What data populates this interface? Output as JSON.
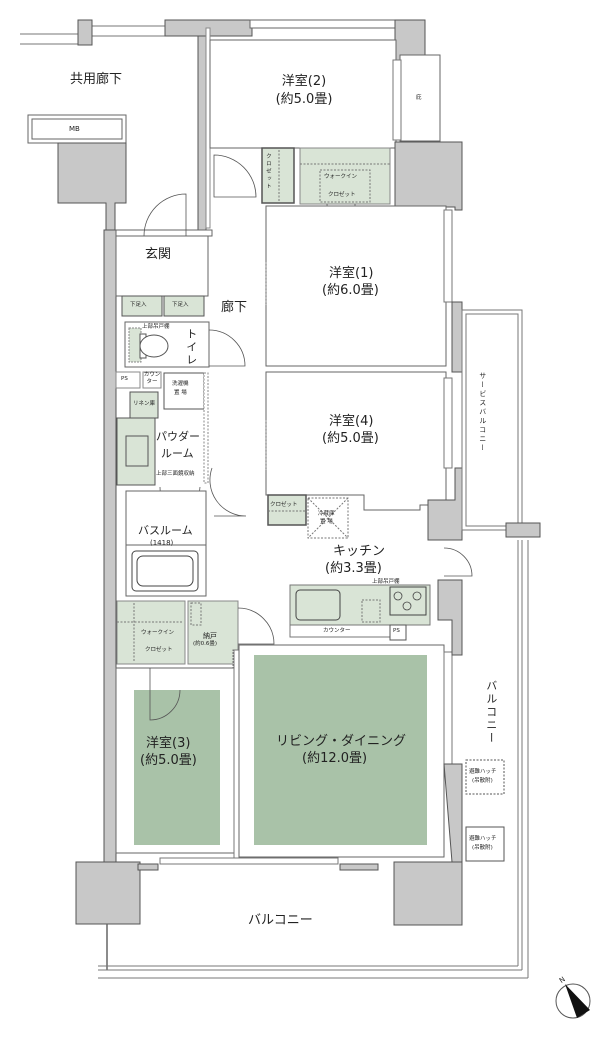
{
  "colors": {
    "wall": "#c8c8c8",
    "wall_stroke": "#555555",
    "storage_fill": "#d9e4d6",
    "floor_fill": "#a9c2a8",
    "line": "#666666",
    "background": "#ffffff"
  },
  "rooms": {
    "common_corridor": {
      "label": "共用廊下"
    },
    "mb": {
      "label": "MB"
    },
    "western2": {
      "name": "洋室(2)",
      "size": "(約5.0畳)"
    },
    "garden": {
      "label": "庇"
    },
    "closet_w2": {
      "label": "クロゼット"
    },
    "wic_w2": {
      "line1": "ウォークイン",
      "line2": "クロゼット"
    },
    "entrance": {
      "label": "玄関"
    },
    "shoe1": {
      "label": "下足入"
    },
    "shoe2": {
      "label": "下足入"
    },
    "hallway": {
      "label": "廊下"
    },
    "toilet": {
      "label": "トイレ",
      "note": "上部吊戸棚"
    },
    "ps1": {
      "label": "PS"
    },
    "counter_small": {
      "label": "カウンター"
    },
    "washer": {
      "line1": "洗濯機",
      "line2": "置 場"
    },
    "linen": {
      "label": "リネン庫"
    },
    "powder": {
      "line1": "パウダー",
      "line2": "ルーム",
      "note": "上部三面鏡収納"
    },
    "bathroom": {
      "name": "バスルーム",
      "size": "(1418)"
    },
    "wic_w3": {
      "line1": "ウォークイン",
      "line2": "クロゼット"
    },
    "storage": {
      "name": "納戸",
      "size": "(約0.6畳)"
    },
    "western1": {
      "name": "洋室(1)",
      "size": "(約6.0畳)"
    },
    "western4": {
      "name": "洋室(4)",
      "size": "(約5.0畳)"
    },
    "closet_w4": {
      "label": "クロゼット"
    },
    "fridge": {
      "line1": "冷蔵庫",
      "line2": "置 場"
    },
    "kitchen": {
      "name": "キッチン",
      "size": "(約3.3畳)",
      "cabinet_note": "上部吊戸棚",
      "counter": "カウンター",
      "ps": "PS"
    },
    "western3": {
      "name": "洋室(3)",
      "size": "(約5.0畳)"
    },
    "living": {
      "name": "リビング・ダイニング",
      "size": "(約12.0畳)"
    },
    "service_balcony": {
      "label": "サービスバルコニー"
    },
    "balcony_side": {
      "label": "バルコニー"
    },
    "balcony_bottom": {
      "label": "バルコニー"
    },
    "hatch1": {
      "line1": "避難ハッチ",
      "line2": "(吊散附)"
    },
    "hatch2": {
      "line1": "避難ハッチ",
      "line2": "(吊散附)"
    }
  },
  "compass": {
    "label": "N"
  }
}
